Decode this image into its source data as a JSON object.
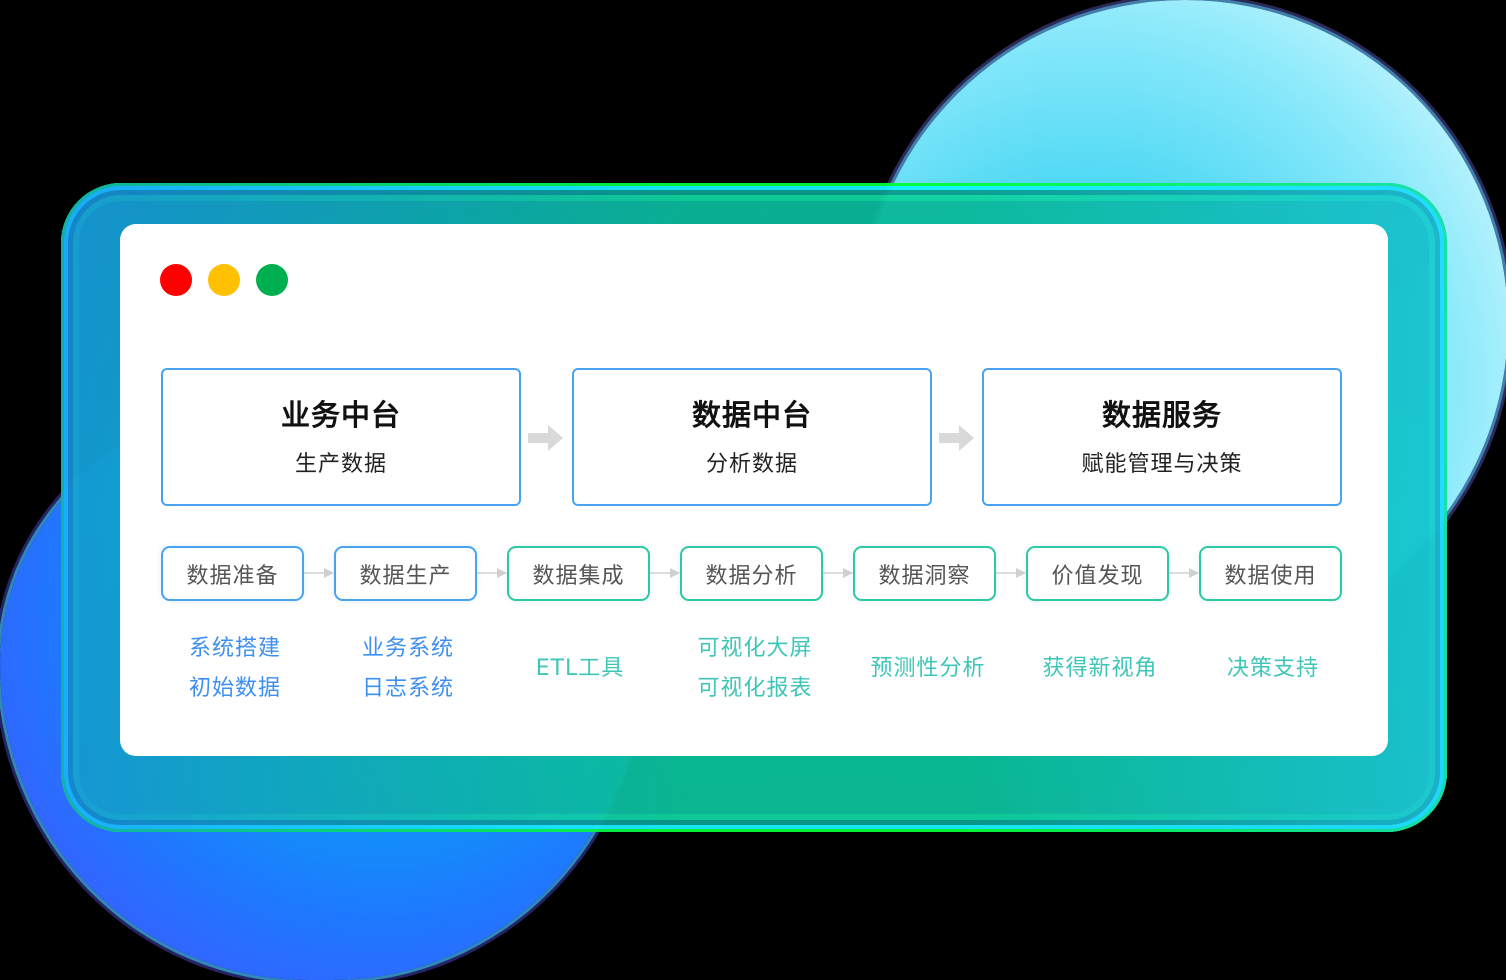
{
  "colors": {
    "dot_red": "#ff0000",
    "dot_yellow": "#ffc000",
    "dot_green": "#00b050",
    "box_border_blue": "#4aa3f0",
    "box_border_teal": "#2ec9a4",
    "sub_text_blue": "#3d8ff0",
    "sub_text_teal": "#3fc6b9",
    "arrow_gray": "#d9d9d9"
  },
  "window": {
    "controls": [
      "close",
      "minimize",
      "maximize"
    ]
  },
  "tiers": [
    {
      "title": "业务中台",
      "subtitle": "生产数据"
    },
    {
      "title": "数据中台",
      "subtitle": "分析数据"
    },
    {
      "title": "数据服务",
      "subtitle": "赋能管理与决策"
    }
  ],
  "steps": [
    {
      "label": "数据准备",
      "details": [
        "系统搭建",
        "初始数据"
      ]
    },
    {
      "label": "数据生产",
      "details": [
        "业务系统",
        "日志系统"
      ]
    },
    {
      "label": "数据集成",
      "details": [
        "ETL工具"
      ]
    },
    {
      "label": "数据分析",
      "details": [
        "可视化大屏",
        "可视化报表"
      ]
    },
    {
      "label": "数据洞察",
      "details": [
        "预测性分析"
      ]
    },
    {
      "label": "价值发现",
      "details": [
        "获得新视角"
      ]
    },
    {
      "label": "数据使用",
      "details": [
        "决策支持"
      ]
    }
  ]
}
